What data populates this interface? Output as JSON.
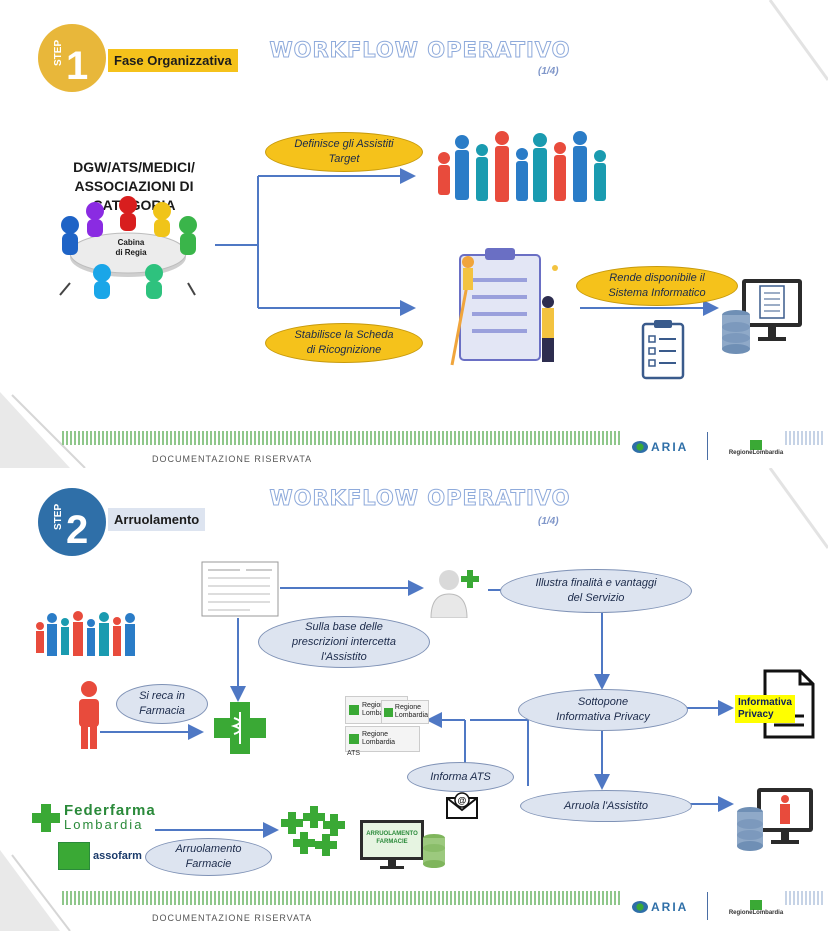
{
  "slide1": {
    "step_label": "STEP",
    "step_number": "1",
    "step_title": "Fase Organizzativa",
    "title": "WORKFLOW OPERATIVO",
    "page": "(1/4)",
    "org_title_line1": "DGW/ATS/MEDICI/",
    "org_title_line2": "ASSOCIAZIONI DI CATEGORIA",
    "cabina_line1": "Cabina",
    "cabina_line2": "di Regia",
    "ellipse_define_line1": "Definisce  gli Assistiti",
    "ellipse_define_line2": "Target",
    "ellipse_scheda_line1": "Stabilisce la Scheda",
    "ellipse_scheda_line2": "di Ricognizione",
    "ellipse_sistema_line1": "Rende disponibile il",
    "ellipse_sistema_line2": "Sistema Informatico",
    "footer_text": "DOCUMENTAZIONE  RISERVATA",
    "aria_logo": "ARIA",
    "regione_logo": "RegioneLombardia"
  },
  "slide2": {
    "step_label": "STEP",
    "step_number": "2",
    "step_title": "Arruolamento",
    "title": "WORKFLOW OPERATIVO",
    "page": "(1/4)",
    "ellipse_illustra_line1": "Illustra finalità e vantaggi",
    "ellipse_illustra_line2": "del Servizio",
    "ellipse_base_line1": "Sulla base delle",
    "ellipse_base_line2": "prescrizioni intercetta",
    "ellipse_base_line3": "l'Assistito",
    "ellipse_reca_line1": "Si reca in",
    "ellipse_reca_line2": "Farmacia",
    "ellipse_sottopone_line1": "Sottopone",
    "ellipse_sottopone_line2": "Informativa Privacy",
    "informativa_line1": "Informativa",
    "informativa_line2": "Privacy",
    "ellipse_ats": "Informa ATS",
    "ellipse_arruola": "Arruola l'Assistito",
    "ellipse_farmacie_line1": "Arruolamento",
    "ellipse_farmacie_line2": "Farmacie",
    "screen_line1": "ARRUOLAMENTO",
    "screen_line2": "FARMACIE",
    "federfarma_line1": "Federfarma",
    "federfarma_line2": "Lombardia",
    "assofarm": "assofarm",
    "regione_card_line1": "Regione",
    "regione_card_line2": "Lombardia",
    "regione_card_ats": "ATS",
    "footer_text": "DOCUMENTAZIONE  RISERVATA",
    "aria_logo": "ARIA",
    "regione_logo": "RegioneLombardia"
  },
  "colors": {
    "step1_circle": "#e8b73a",
    "step2_circle": "#2f6fa8",
    "step1_box": "#f5c21b",
    "step2_box": "#dde4f0",
    "arrow": "#4f78c4",
    "green_cross": "#3aa935"
  }
}
